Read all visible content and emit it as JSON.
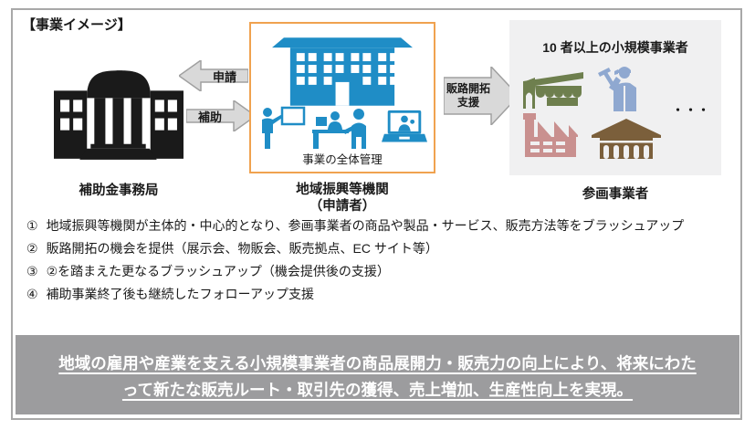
{
  "title": "【事業イメージ】",
  "colors": {
    "frame_border": "#A8A8A8",
    "black_icon": "#1A1A1A",
    "blue_icon": "#1F8DC6",
    "orange_border": "#F0A24F",
    "arrow_fill": "#D9D9D9",
    "arrow_stroke": "#A0A0A0",
    "right_box_bg": "#F0F0F1",
    "green_icon": "#6E7F4E",
    "worker_blue": "#8FA8D0",
    "factory_pink": "#C9908F",
    "warehouse_brown": "#7B5F3B",
    "banner_bg": "#9C9C9E",
    "banner_text": "#FFFFFF"
  },
  "diagram": {
    "left": {
      "label": "補助金事務局"
    },
    "arrows": {
      "apply": "申請",
      "subsidy": "補助",
      "support_line1": "販路開拓",
      "support_line2": "支援"
    },
    "center": {
      "inner_label": "事業の全体管理",
      "label_line1": "地域振興等機関",
      "label_line2": "（申請者）"
    },
    "right": {
      "header": "10 者以上の小規模事業者",
      "ellipsis": "・・・",
      "label": "参画事業者"
    }
  },
  "list": {
    "items": [
      {
        "num": "①",
        "text": "地域振興等機関が主体的・中心的となり、参画事業者の商品や製品・サービス、販売方法等をブラッシュアップ"
      },
      {
        "num": "②",
        "text": "販路開拓の機会を提供（展示会、物販会、販売拠点、EC サイト等）"
      },
      {
        "num": "③",
        "text": "②を踏まえた更なるブラッシュアップ（機会提供後の支援）"
      },
      {
        "num": "④",
        "text": "補助事業終了後も継続したフォローアップ支援"
      }
    ]
  },
  "banner": {
    "line1": "地域の雇用や産業を支える小規模事業者の商品展開力・販売力の向上により、将来にわた",
    "line2": "って新たな販売ルート・取引先の獲得、売上増加、生産性向上を実現。"
  }
}
